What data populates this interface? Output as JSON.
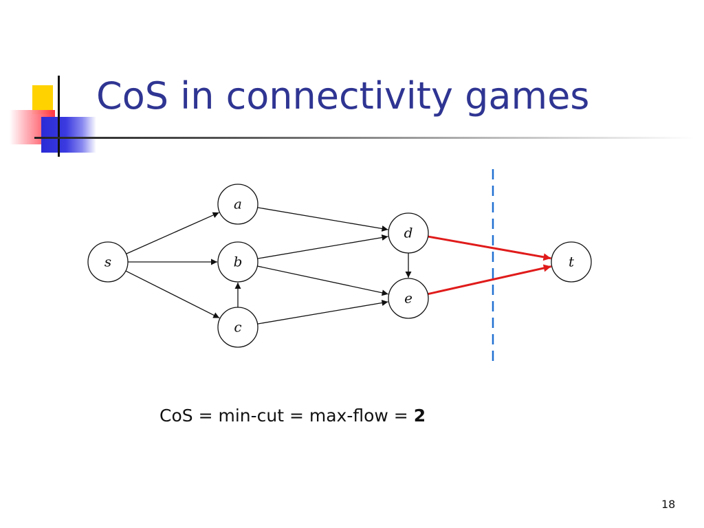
{
  "slide": {
    "title": "CoS in connectivity games",
    "page_number": "18"
  },
  "formula": {
    "text": "CoS = min-cut = max-flow = ",
    "value": "2"
  },
  "graph": {
    "nodes": [
      {
        "id": "s",
        "label": "s"
      },
      {
        "id": "a",
        "label": "a"
      },
      {
        "id": "b",
        "label": "b"
      },
      {
        "id": "c",
        "label": "c"
      },
      {
        "id": "d",
        "label": "d"
      },
      {
        "id": "e",
        "label": "e"
      },
      {
        "id": "t",
        "label": "t"
      }
    ],
    "edges": [
      {
        "from": "s",
        "to": "a",
        "in_cut": false
      },
      {
        "from": "s",
        "to": "b",
        "in_cut": false
      },
      {
        "from": "s",
        "to": "c",
        "in_cut": false
      },
      {
        "from": "a",
        "to": "d",
        "in_cut": false
      },
      {
        "from": "b",
        "to": "d",
        "in_cut": false
      },
      {
        "from": "b",
        "to": "e",
        "in_cut": false
      },
      {
        "from": "c",
        "to": "b",
        "in_cut": false
      },
      {
        "from": "c",
        "to": "e",
        "in_cut": false
      },
      {
        "from": "d",
        "to": "e",
        "in_cut": false
      },
      {
        "from": "d",
        "to": "t",
        "in_cut": true
      },
      {
        "from": "e",
        "to": "t",
        "in_cut": true
      }
    ],
    "cut_line_style": "dashed",
    "colors": {
      "edge": "#111111",
      "cut_edge": "#e01b1b",
      "cut_line": "#1f6fd1",
      "title": "#2f3592"
    }
  }
}
